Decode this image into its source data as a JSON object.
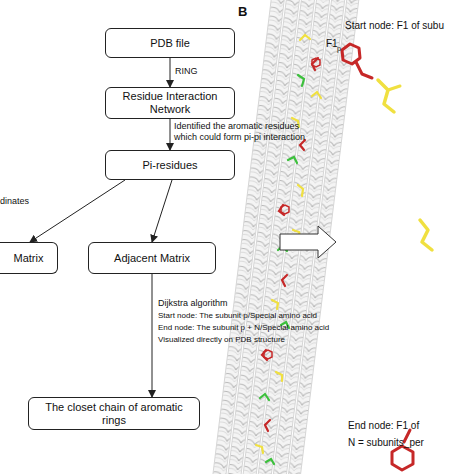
{
  "diagram": {
    "nodes": [
      {
        "text": [
          "PDB file"
        ]
      },
      {
        "text": [
          "Residue Interaction Network"
        ]
      },
      {
        "text": [
          "Pi-residues"
        ]
      },
      {
        "text": [
          "Matrix"
        ]
      },
      {
        "text": [
          "Adjacent Matrix"
        ]
      },
      {
        "text": [
          "The closet chain of aromatic rings"
        ]
      }
    ],
    "edges": [
      {
        "from": 0,
        "to": 1,
        "arrow": "to",
        "label": "RING"
      },
      {
        "from": 1,
        "to": 2,
        "arrow": "to",
        "label": "Identified the aromatic residues which could form pi-pi interaction"
      },
      {
        "from": 2,
        "to": 3,
        "arrow": "to",
        "label": "dinates"
      },
      {
        "from": 2,
        "to": 4,
        "arrow": "to"
      },
      {
        "from": 4,
        "to": 5,
        "arrow": "to",
        "label": "Dijkstra algorithm"
      }
    ],
    "labels": [
      "Start node: The subunit p/Special amino acid",
      "End node: The subunit p + N/Special amino acid",
      "Visualized directly on PDB structure",
      "B",
      "Start node: F1 of subu",
      "F1",
      "p",
      "End node: F1 of",
      "N = subunits_per"
    ]
  }
}
